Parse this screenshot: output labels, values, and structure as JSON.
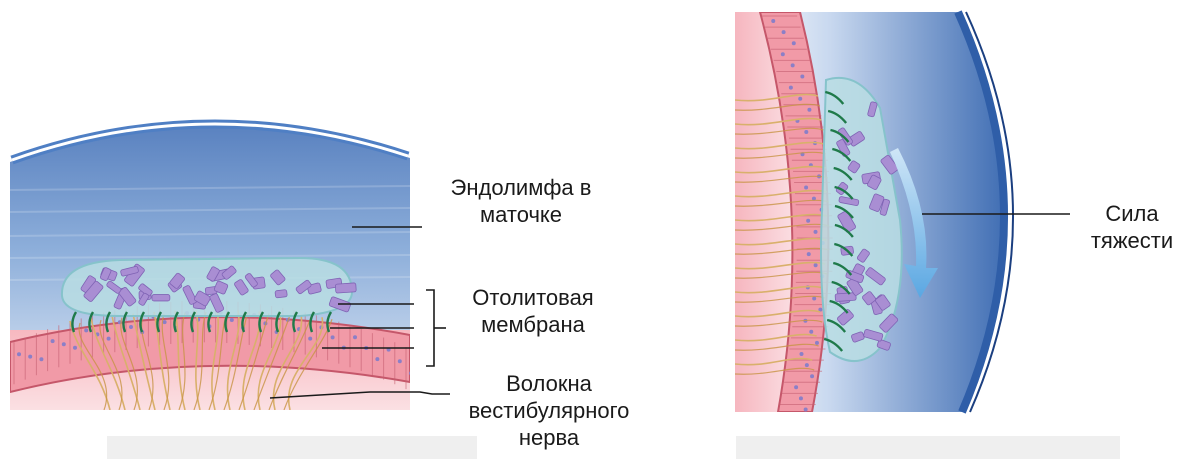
{
  "labels": {
    "endolymph_line1": "Эндолимфа в",
    "endolymph_line2": "маточке",
    "otolith_line1": "Отолитовая",
    "otolith_line2": "мембрана",
    "fibers_line1": "Волокна",
    "fibers_line2": "вестибулярного",
    "fibers_line3": "нерва",
    "gravity_line1": "Сила",
    "gravity_line2": "тяжести"
  },
  "colors": {
    "endolymph_top": "#5d85c2",
    "endolymph_bottom": "#dce6f4",
    "epithelium": "#f2a2ad",
    "epithelium_outline": "#c55f6f",
    "otolith_membrane": "#aed6dc",
    "otoconia": "#a98ed3",
    "hair_bundles": "#1f7a4a",
    "nerve_fibers": "#d9b06b",
    "arrow": "#66aee6",
    "caption_bar": "#efefef"
  },
  "icons": {
    "gravity_arrow": "down-arrow-icon"
  }
}
